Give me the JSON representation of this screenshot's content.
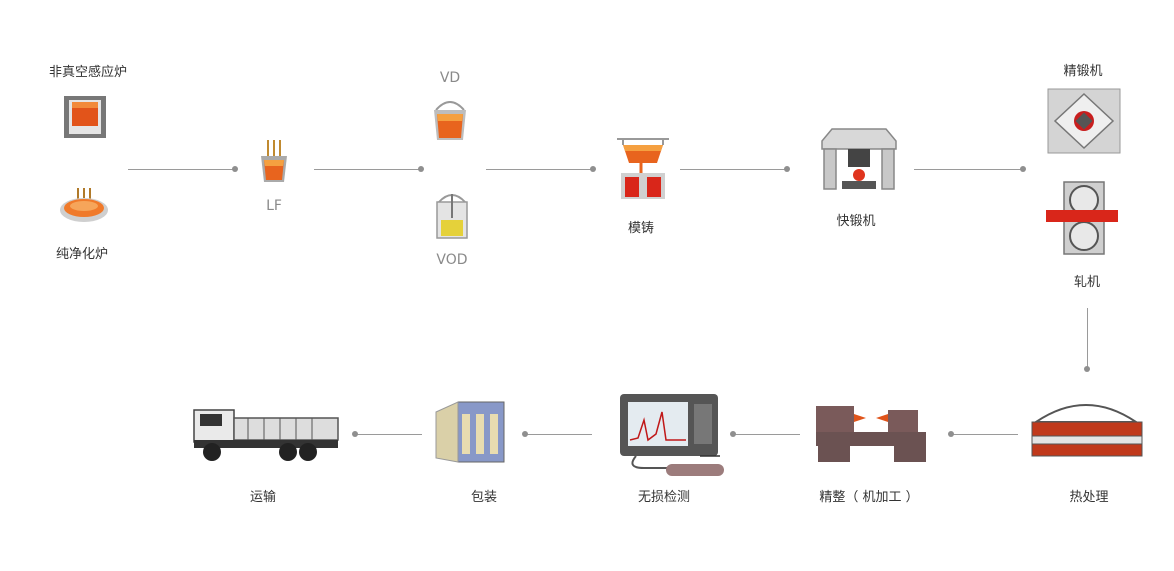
{
  "top_row": {
    "vacuum_furnace": "非真空感应炉",
    "purification_furnace": "纯净化炉",
    "lf": "LF",
    "vd": "VD",
    "vod": "VOD",
    "die_casting": "模铸",
    "fast_forging": "快锻机",
    "precision_forging": "精锻机",
    "rolling_mill": "轧机"
  },
  "bottom_row": {
    "heat_treatment": "热处理",
    "finishing": "精整（ 机加工 ）",
    "ndt": "无损检测",
    "packing": "包装",
    "transport": "运输"
  },
  "colors": {
    "connector": "#9a9a9a",
    "molten": "#e2541a",
    "metal": "#8c8c8c",
    "heat": "#c0391b"
  }
}
